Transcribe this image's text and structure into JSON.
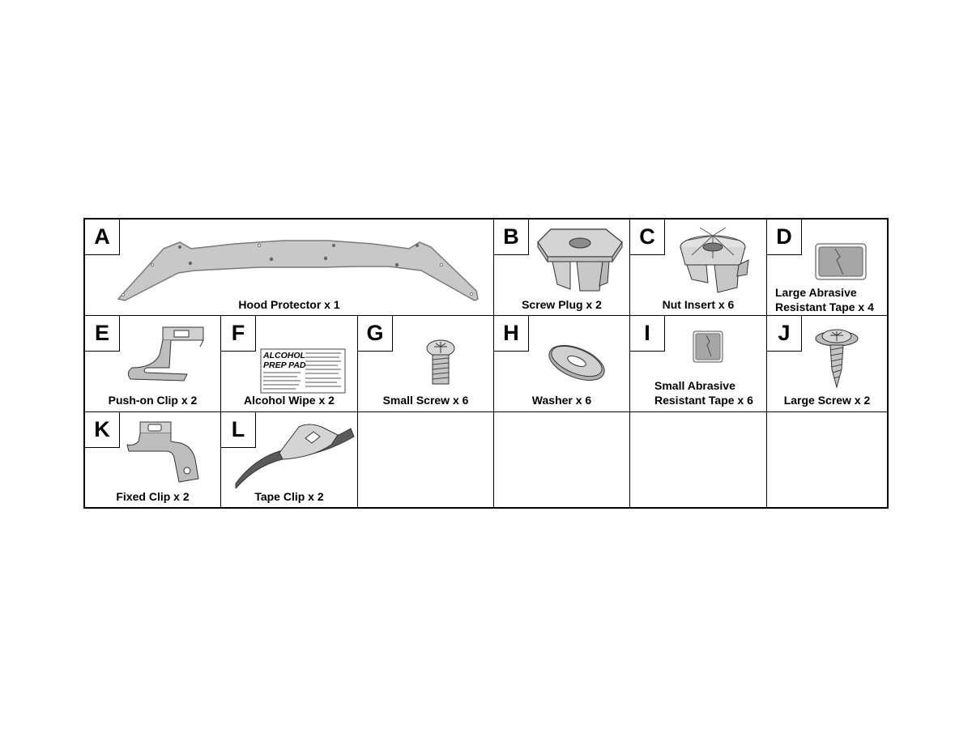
{
  "parts": [
    {
      "letter": "A",
      "label": "Hood Protector x 1"
    },
    {
      "letter": "B",
      "label": "Screw Plug x 2"
    },
    {
      "letter": "C",
      "label": "Nut Insert x 6"
    },
    {
      "letter": "D",
      "label_line1": "Large Abrasive",
      "label_line2": "Resistant Tape x 4"
    },
    {
      "letter": "E",
      "label": "Push-on Clip x 2"
    },
    {
      "letter": "F",
      "label": "Alcohol Wipe x 2",
      "pad_line1": "ALCOHOL",
      "pad_line2": "PREP PAD"
    },
    {
      "letter": "G",
      "label": "Small Screw x 6"
    },
    {
      "letter": "H",
      "label": "Washer x 6"
    },
    {
      "letter": "I",
      "label_line1": "Small Abrasive",
      "label_line2": "Resistant Tape x 6"
    },
    {
      "letter": "J",
      "label": "Large Screw x 2"
    },
    {
      "letter": "K",
      "label": "Fixed Clip x 2"
    },
    {
      "letter": "L",
      "label": "Tape Clip x 2"
    }
  ],
  "colors": {
    "line": "#000000",
    "part_fill": "#c8c8c8",
    "part_dark": "#7a7a7a",
    "background": "#ffffff"
  }
}
